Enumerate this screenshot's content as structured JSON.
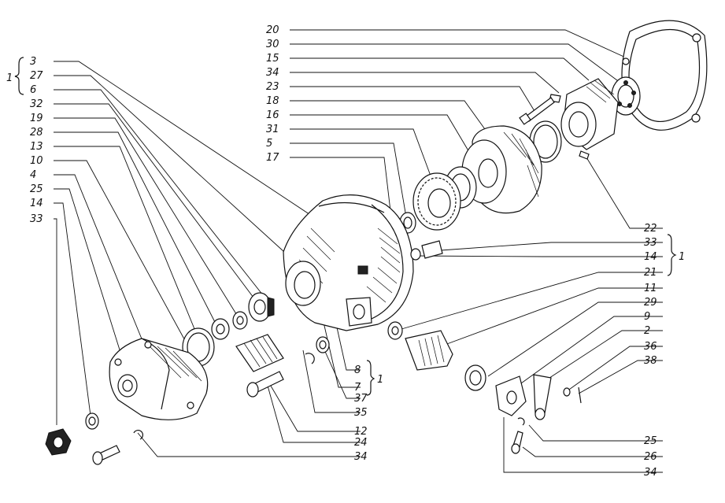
{
  "figure": {
    "left_labels": [
      "3",
      "27",
      "6",
      "32",
      "19",
      "28",
      "13",
      "10",
      "4",
      "25",
      "14",
      "33"
    ],
    "left_group_number": "1",
    "top_right_labels": [
      "20",
      "30",
      "15",
      "34",
      "23",
      "18",
      "16",
      "31",
      "5",
      "17"
    ],
    "right_labels_mid": [
      "22",
      "33",
      "14",
      "21",
      "11",
      "29",
      "9",
      "2",
      "36",
      "38"
    ],
    "right_group_number": "1",
    "bottom_right_labels": [
      "25",
      "26",
      "34"
    ],
    "center_bottom_labels": [
      "8",
      "7",
      "37",
      "35",
      "12",
      "24",
      "34"
    ],
    "center_group_number": "1"
  }
}
